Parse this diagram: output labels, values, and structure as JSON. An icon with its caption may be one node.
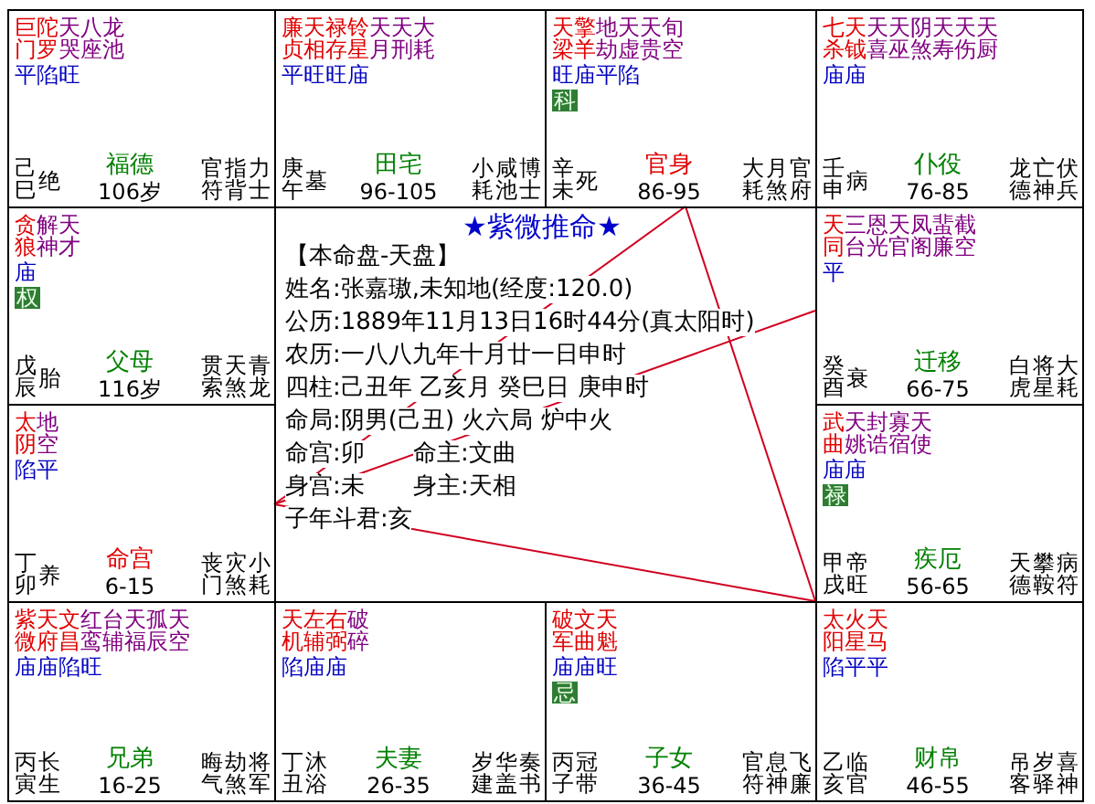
{
  "diagram": {
    "title": "★紫微推命★",
    "nodes": [
      {
        "text": [
          "巨门",
          "陀罗",
          "天哭",
          "八座",
          "龙池",
          "平陷旺",
          "己巳",
          "绝",
          "福德",
          "106岁",
          "官符",
          "指背",
          "力士"
        ]
      },
      {
        "text": [
          "廉贞",
          "天相",
          "禄存",
          "铃星",
          "天月",
          "天刑",
          "大耗",
          "平旺旺庙",
          "庚午",
          "墓",
          "田宅",
          "96-105",
          "小耗",
          "咸池",
          "博士"
        ]
      },
      {
        "text": [
          "天梁",
          "擎羊",
          "地劫",
          "天虚",
          "天贵",
          "旬空",
          "旺庙平陷",
          "科",
          "辛未",
          "死",
          "官身",
          "86-95",
          "大耗",
          "月煞",
          "官府"
        ]
      },
      {
        "text": [
          "七杀",
          "天钺",
          "天喜",
          "天巫",
          "阴煞",
          "天寿",
          "天伤",
          "天厨",
          "庙庙",
          "壬申",
          "病",
          "仆役",
          "76-85",
          "龙德",
          "亡神",
          "伏兵"
        ]
      },
      {
        "text": [
          "贪狼",
          "解神",
          "天才",
          "庙",
          "权",
          "戊辰",
          "胎",
          "父母",
          "116岁",
          "贯索",
          "天煞",
          "青龙"
        ]
      },
      {
        "text": [
          "天同",
          "三台",
          "恩光",
          "天官",
          "凤阁",
          "蜚廉",
          "截空",
          "平",
          "癸酉",
          "衰",
          "迁移",
          "66-75",
          "白虎",
          "将星",
          "大耗"
        ]
      },
      {
        "text": [
          "太阴",
          "地空",
          "陷平",
          "丁卯",
          "养",
          "命宫",
          "6-15",
          "丧门",
          "灾煞",
          "小耗"
        ]
      },
      {
        "text": [
          "武曲",
          "天姚",
          "封诰",
          "寡宿",
          "天使",
          "庙庙",
          "禄",
          "甲戌",
          "帝旺",
          "疾厄",
          "56-65",
          "天德",
          "攀鞍",
          "病符"
        ]
      },
      {
        "text": [
          "紫微",
          "天府",
          "文昌",
          "红鸾",
          "台辅",
          "天福",
          "孤辰",
          "天空",
          "庙庙陷旺",
          "丙寅",
          "长生",
          "兄弟",
          "16-25",
          "晦气",
          "劫煞",
          "将军"
        ]
      },
      {
        "text": [
          "天机",
          "左辅",
          "右弼",
          "破碎",
          "陷庙庙",
          "丁丑",
          "沐浴",
          "夫妻",
          "26-35",
          "岁建",
          "华盖",
          "奏书"
        ]
      },
      {
        "text": [
          "破军",
          "文曲",
          "天魁",
          "庙庙旺",
          "忌",
          "丙子",
          "冠带",
          "子女",
          "36-45",
          "官符",
          "息神",
          "飞廉"
        ]
      },
      {
        "text": [
          "太阳",
          "火星",
          "天马",
          "陷平平",
          "乙亥",
          "临官",
          "财帛",
          "46-55",
          "吊客",
          "岁驿",
          "喜神"
        ]
      }
    ],
    "edges": [
      {
        "from": 6,
        "to": 2,
        "arrow": "none"
      },
      {
        "from": 6,
        "to": 5,
        "arrow": "none"
      },
      {
        "from": 6,
        "to": 11,
        "arrow": "none"
      },
      {
        "from": 2,
        "to": 11,
        "arrow": "none"
      }
    ],
    "labels": [
      "【本命盘-天盘】",
      "姓名:张嘉璈,未知地(经度:120.0)",
      "公历:1889年11月13日16时44分(真太阳时)",
      "农历:一八八九年十月廿一日申时",
      "四柱:己丑年 乙亥月 癸巳日 庚申时",
      "命局:阴男(己丑) 火六局 炉中火",
      "命宫:卯",
      "命主:文曲",
      "身宫:未",
      "身主:天相",
      "子年斗君:亥"
    ]
  }
}
